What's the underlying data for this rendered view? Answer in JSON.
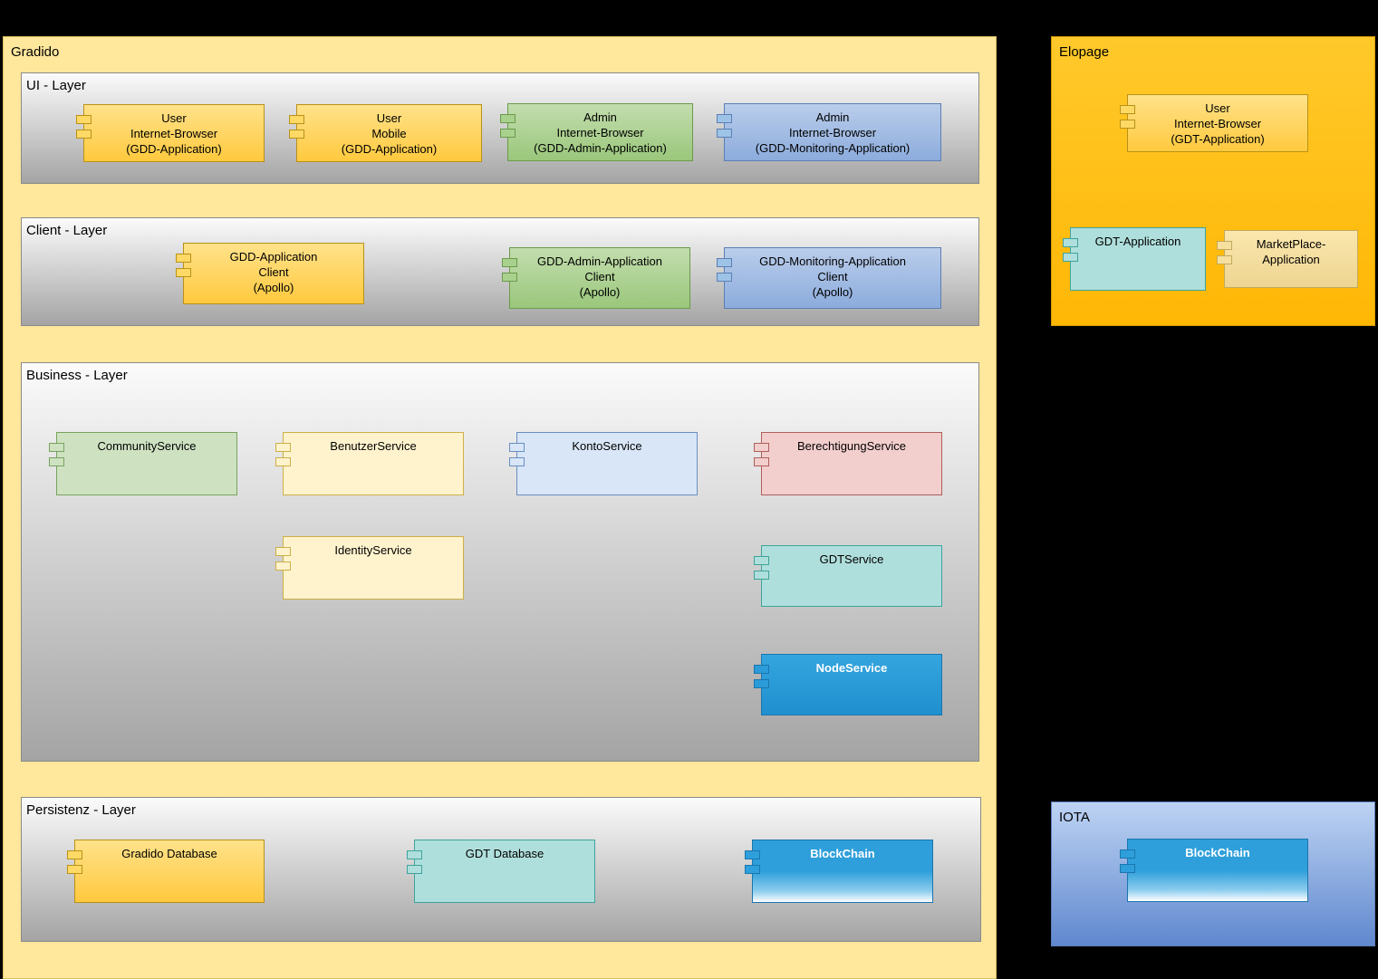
{
  "palette": {
    "background": "#000000",
    "gradido_fill": "#FFE79C",
    "elopage_fill": "#FFC010",
    "iota_fill_top": "#BDD3F3",
    "iota_fill_bottom": "#6088CF",
    "layer_fill_top": "#FBFBFB",
    "layer_fill_bottom": "#A4A4A4",
    "yellow_component": "#FFD966",
    "green_component": "#A9D18E",
    "blue_component": "#9DC3E6",
    "lightgreen_component": "#CEE2C2",
    "cream_component": "#FFF3CD",
    "lightblue_component": "#D8E6F7",
    "pink_component": "#F2CECD",
    "teal_component": "#AFDFDC",
    "node_blue_component": "#2B9CD8",
    "marketplace_gold_component": "#F6E0A0"
  },
  "gradido": {
    "title": "Gradido",
    "layers": {
      "ui": {
        "title": "UI - Layer",
        "components": {
          "user_browser": "User\nInternet-Browser\n(GDD-Application)",
          "user_mobile": "User\nMobile\n(GDD-Application)",
          "admin_browser": "Admin\nInternet-Browser\n(GDD-Admin-Application)",
          "admin_monitoring_browser": "Admin\nInternet-Browser\n(GDD-Monitoring-Application)"
        }
      },
      "client": {
        "title": "Client - Layer",
        "components": {
          "gdd_application_client": "GDD-Application\nClient\n(Apollo)",
          "gdd_admin_application_client": "GDD-Admin-Application\nClient\n(Apollo)",
          "gdd_monitoring_application_client": "GDD-Monitoring-Application\nClient\n(Apollo)"
        }
      },
      "business": {
        "title": "Business - Layer",
        "components": {
          "community_service": "CommunityService",
          "benutzer_service": "BenutzerService",
          "konto_service": "KontoService",
          "berechtigung_service": "BerechtigungService",
          "identity_service": "IdentityService",
          "gdt_service": "GDTService",
          "node_service": "NodeService"
        }
      },
      "persistenz": {
        "title": "Persistenz - Layer",
        "components": {
          "gradido_database": "Gradido Database",
          "gdt_database": "GDT Database",
          "blockchain": "BlockChain"
        }
      }
    }
  },
  "elopage": {
    "title": "Elopage",
    "components": {
      "user_browser": "User\nInternet-Browser\n(GDT-Application)",
      "gdt_application": "GDT-Application",
      "marketplace_application": "MarketPlace-\nApplication"
    }
  },
  "iota": {
    "title": "IOTA",
    "components": {
      "blockchain": "BlockChain"
    }
  }
}
